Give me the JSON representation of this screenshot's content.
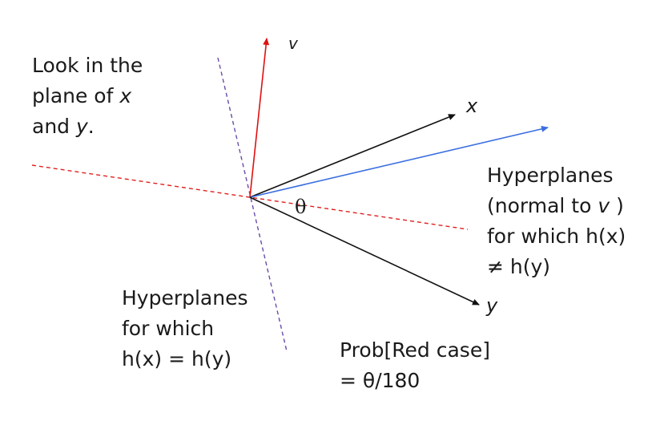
{
  "look_text": {
    "line1": "Look in the",
    "line2_prefix": "plane of ",
    "line2_var": "x",
    "line3_prefix": "and ",
    "line3_var": "y",
    "line3_suffix": "."
  },
  "vector_labels": {
    "v": "v",
    "x": "x",
    "y": "y"
  },
  "angle_label": "θ",
  "right_text": {
    "line1": "Hyperplanes",
    "line2_prefix": "(normal to ",
    "line2_var": "v",
    "line2_suffix": " )",
    "line3": "for which h(x)",
    "line4": "≠ h(y)"
  },
  "bottom_left_text": {
    "line1": "Hyperplanes",
    "line2": "for which",
    "line3": "h(x) = h(y)"
  },
  "prob_text": {
    "line1": "Prob[Red case]",
    "line2": "= θ/180"
  },
  "colors": {
    "red": "#e01010",
    "black": "#111111",
    "blue": "#3a6fe0",
    "purple_dashed": "#6a4ca8",
    "red_dashed": "#e02020"
  }
}
